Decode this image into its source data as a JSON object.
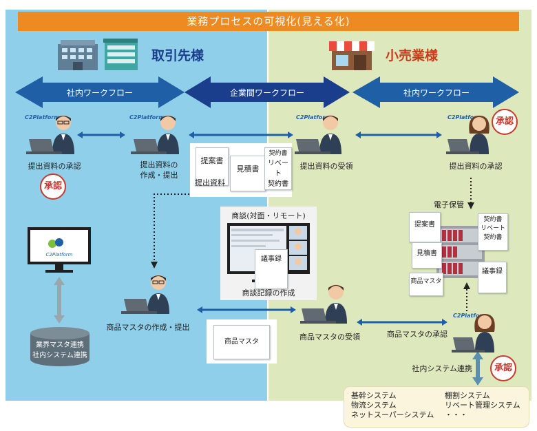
{
  "banner": "業務プロセスの可視化(見える化)",
  "sections": {
    "left": "取引先様",
    "right": "小売業様"
  },
  "workflows": {
    "left": "社内ワークフロー",
    "middle": "企業間ワークフロー",
    "right": "社内ワークフロー"
  },
  "logo_text": "C2Platform",
  "actors": {
    "approve_left": "提出資料の承認",
    "create_submit": [
      "提出資料の",
      "作成・提出"
    ],
    "receive": "提出資料の受領",
    "approve_right": "提出資料の承認",
    "master_create": "商品マスタの作成・提出",
    "master_receive": "商品マスタの受領",
    "master_approve": "商品マスタの承認"
  },
  "stamp": "承認",
  "documents": {
    "caption": "提出資料",
    "proposal": "提案書",
    "estimate": "見積書",
    "contract_header": "契約書",
    "rebate": [
      "リベート",
      "契約書"
    ],
    "minutes": "議事録",
    "product_master": "商品マスタ"
  },
  "meeting": {
    "title": "商談(対面・リモート)",
    "minutes_label": "議事録",
    "caption": "商談記録の作成"
  },
  "storage": {
    "label": "電子保管"
  },
  "systems_left": [
    "業界マスタ連携",
    "社内システム連携"
  ],
  "internal_link": "社内システム連携",
  "systems_box": {
    "col1": [
      "基幹システム",
      "物流システム",
      "ネットスーパーシステム"
    ],
    "col2": [
      "棚割システム",
      "リベート管理システム",
      "・・・"
    ]
  },
  "colors": {
    "left_bg": "#8fcfea",
    "right_bg": "#dde8bd",
    "banner": "#ee8a22",
    "arrow": "#1f5fa6",
    "arrow_dark": "#1a3e8c",
    "stamp": "#c83a2b"
  }
}
